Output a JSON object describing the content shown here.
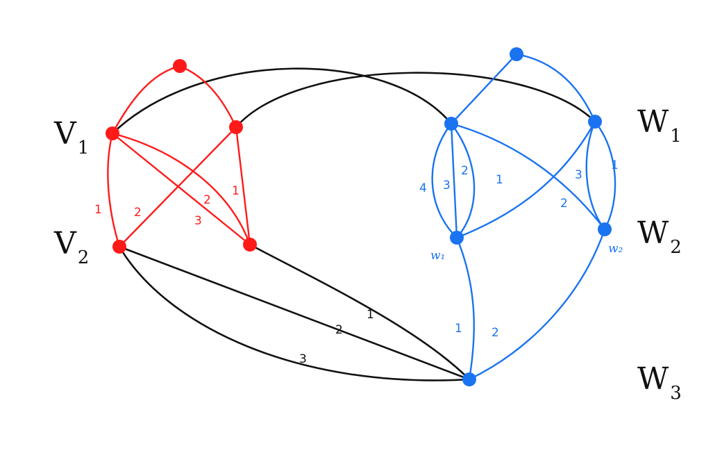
{
  "colors": {
    "red": "#ff1a1a",
    "blue": "#1a73f0",
    "black": "#111111"
  },
  "set_labels": {
    "v1": {
      "main": "V",
      "sub": "1"
    },
    "v2": {
      "main": "V",
      "sub": "2"
    },
    "w1": {
      "main": "W",
      "sub": "1"
    },
    "w2": {
      "main": "W",
      "sub": "2"
    },
    "w3": {
      "main": "W",
      "sub": "3"
    }
  },
  "vertex_labels": {
    "w1": "w₁",
    "w2": "w₂"
  },
  "edge_labels": {
    "red": {
      "v1v2": "1",
      "cross_left": "2",
      "v1_br_upper": "2",
      "v1_br_lower": "3",
      "tr_br": "1"
    },
    "black": {
      "br_w3": "1",
      "v2_w3_straight": "2",
      "v2_w3_curve": "3"
    },
    "blue": {
      "tl_w1_outer": "4",
      "tl_w1_straight": "3",
      "tl_w1_inner": "2",
      "w1_tr": "1",
      "tl_w2": "2",
      "tr_w2_inner": "3",
      "tr_w2_outer": "1",
      "w1_w3": "1",
      "w2_w3": "2"
    }
  }
}
